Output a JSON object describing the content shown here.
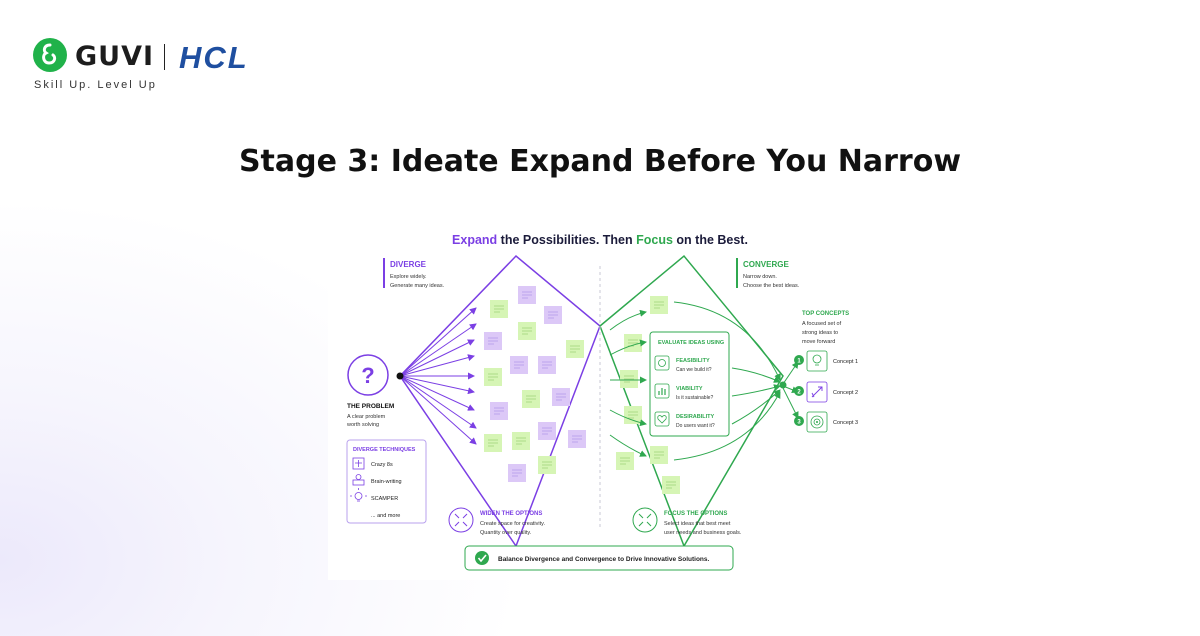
{
  "brand": {
    "guvi": "GUVI",
    "hcl": "HCL",
    "tagline": "Skill Up. Level Up",
    "guvi_color": "#20b24a",
    "hcl_color": "#1f4fa0"
  },
  "slide": {
    "title": "Stage 3: Ideate Expand Before You Narrow"
  },
  "diagram": {
    "headline": {
      "expand": "Expand",
      "part1": " the Possibilities. Then ",
      "focus": "Focus",
      "part2": " on the Best."
    },
    "colors": {
      "diverge": "#7b3fe4",
      "converge": "#2fa84f",
      "sticky_green": "#d6f5b5",
      "sticky_purple": "#dcc8f7"
    },
    "diverge": {
      "title": "DIVERGE",
      "line1": "Explore widely.",
      "line2": "Generate many ideas."
    },
    "converge": {
      "title": "CONVERGE",
      "line1": "Narrow down.",
      "line2": "Choose the best ideas."
    },
    "problem": {
      "icon": "question-icon",
      "symbol": "?",
      "title": "THE PROBLEM",
      "line1": "A clear problem",
      "line2": "worth solving"
    },
    "techniques": {
      "title": "DIVERGE TECHNIQUES",
      "items": [
        {
          "icon": "crazy8s-icon",
          "label": "Crazy 8s"
        },
        {
          "icon": "brainwriting-icon",
          "label": "Brain-writing"
        },
        {
          "icon": "lightbulb-icon",
          "label": "SCAMPER"
        }
      ],
      "more": "... and more"
    },
    "widen": {
      "icon": "expand-arrows-icon",
      "title": "WIDEN THE OPTIONS",
      "line1": "Create space for creativity.",
      "line2": "Quantity over quality."
    },
    "focus_box": {
      "icon": "collapse-arrows-icon",
      "title": "FOCUS THE OPTIONS",
      "line1": "Select ideas that best meet",
      "line2": "user needs and business goals."
    },
    "evaluate": {
      "title": "EVALUATE IDEAS USING",
      "criteria": [
        {
          "icon": "gear-icon",
          "name": "FEASIBILITY",
          "question": "Can we build it?"
        },
        {
          "icon": "bar-chart-icon",
          "name": "VIABILITY",
          "question": "Is it sustainable?"
        },
        {
          "icon": "heart-icon",
          "name": "DESIRABILITY",
          "question": "Do users want it?"
        }
      ]
    },
    "top_concepts": {
      "title": "TOP CONCEPTS",
      "line1": "A focused set of",
      "line2": "strong ideas to",
      "line3": "move forward",
      "items": [
        {
          "number": "1",
          "icon": "lightbulb-icon",
          "label": "Concept 1"
        },
        {
          "number": "2",
          "icon": "rocket-icon",
          "label": "Concept 2"
        },
        {
          "number": "3",
          "icon": "target-icon",
          "label": "Concept 3"
        }
      ]
    },
    "footer": {
      "icon": "check-icon",
      "text": "Balance Divergence and Convergence to Drive Innovative Solutions."
    }
  }
}
